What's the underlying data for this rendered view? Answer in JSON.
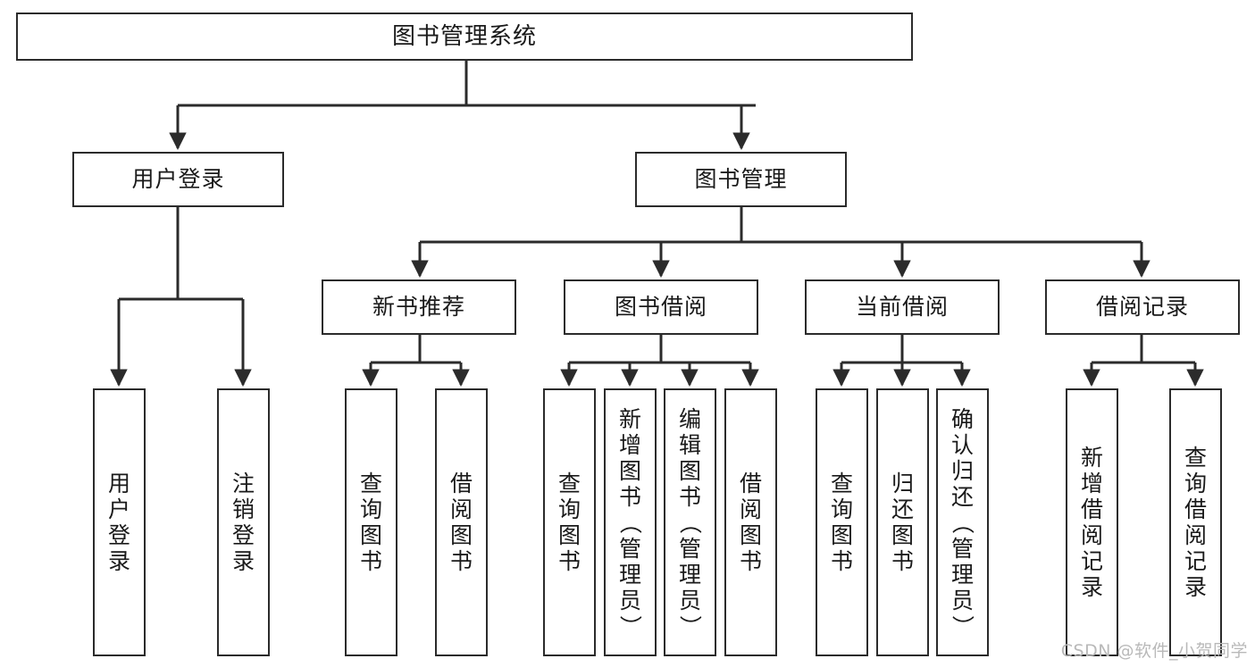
{
  "diagram": {
    "type": "tree",
    "title": "图书管理系统",
    "watermark": "CSDN @软件_小贺同学",
    "colors": {
      "stroke": "#2b2b2b",
      "fill": "#ffffff",
      "text": "#1a1a1a",
      "watermark": "#b9b9b9"
    },
    "levels": {
      "root": {
        "label": "图书管理系统"
      },
      "level2": [
        {
          "id": "user-login",
          "label": "用户登录"
        },
        {
          "id": "book-manage",
          "label": "图书管理"
        }
      ],
      "level3": [
        {
          "id": "new-book-recommend",
          "label": "新书推荐",
          "parent": "book-manage"
        },
        {
          "id": "book-borrow",
          "label": "图书借阅",
          "parent": "book-manage"
        },
        {
          "id": "current-borrow",
          "label": "当前借阅",
          "parent": "book-manage"
        },
        {
          "id": "borrow-record",
          "label": "借阅记录",
          "parent": "book-manage"
        }
      ],
      "leaves": [
        {
          "id": "leaf-user-login",
          "label": "用户登录",
          "parent": "user-login"
        },
        {
          "id": "leaf-logout-login",
          "label": "注销登录",
          "parent": "user-login"
        },
        {
          "id": "leaf-query-book-1",
          "label": "查询图书",
          "parent": "new-book-recommend"
        },
        {
          "id": "leaf-borrow-book-1",
          "label": "借阅图书",
          "parent": "new-book-recommend"
        },
        {
          "id": "leaf-query-book-2",
          "label": "查询图书",
          "parent": "book-borrow"
        },
        {
          "id": "leaf-add-book",
          "label": "新增图书（管理员）",
          "parent": "book-borrow"
        },
        {
          "id": "leaf-edit-book",
          "label": "编辑图书（管理员）",
          "parent": "book-borrow"
        },
        {
          "id": "leaf-borrow-book-2",
          "label": "借阅图书",
          "parent": "book-borrow"
        },
        {
          "id": "leaf-query-book-3",
          "label": "查询图书",
          "parent": "current-borrow"
        },
        {
          "id": "leaf-return-book",
          "label": "归还图书",
          "parent": "current-borrow"
        },
        {
          "id": "leaf-confirm-return",
          "label": "确认归还（管理员）",
          "parent": "current-borrow"
        },
        {
          "id": "leaf-add-record",
          "label": "新增借阅记录",
          "parent": "borrow-record"
        },
        {
          "id": "leaf-query-record",
          "label": "查询借阅记录",
          "parent": "borrow-record"
        }
      ]
    }
  }
}
